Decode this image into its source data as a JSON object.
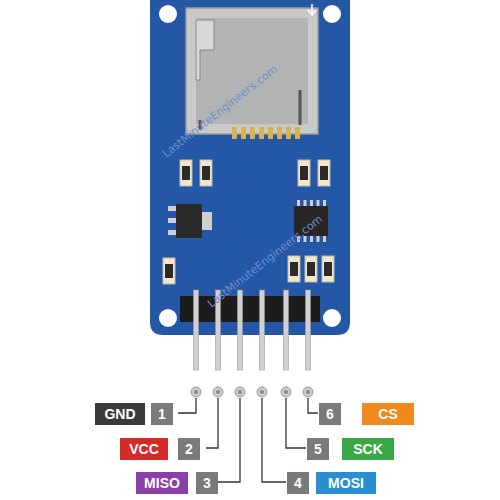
{
  "diagram": {
    "nodes": [
      {
        "text": [
          "GND"
        ]
      },
      {
        "text": [
          "1"
        ]
      },
      {
        "text": [
          "6"
        ]
      },
      {
        "text": [
          "CS"
        ]
      },
      {
        "text": [
          "VCC"
        ]
      },
      {
        "text": [
          "2"
        ]
      },
      {
        "text": [
          "5"
        ]
      },
      {
        "text": [
          "SCK"
        ]
      },
      {
        "text": [
          "MISO"
        ]
      },
      {
        "text": [
          "3"
        ]
      },
      {
        "text": [
          "4"
        ]
      },
      {
        "text": [
          "MOSI"
        ]
      }
    ],
    "labels": [
      "LastMinuteEngineers.com",
      "LastMinuteEngineers.com"
    ]
  }
}
